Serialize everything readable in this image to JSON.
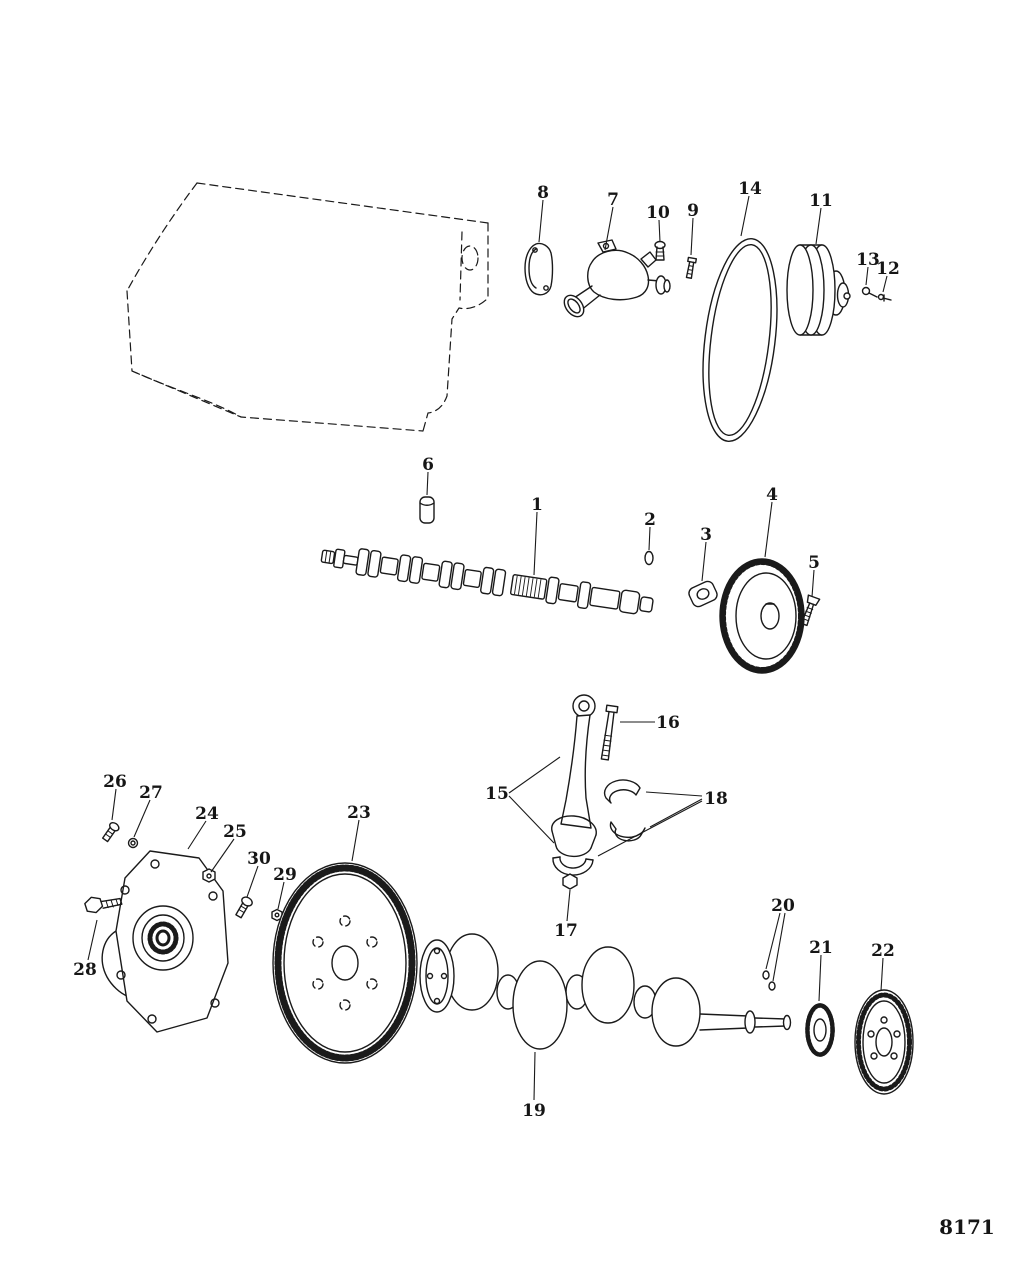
{
  "figure": {
    "number": "8171"
  },
  "colors": {
    "ink": "#1a1a1a",
    "paper": "#ffffff"
  },
  "callouts": [
    {
      "label": "1"
    },
    {
      "label": "2"
    },
    {
      "label": "3"
    },
    {
      "label": "4"
    },
    {
      "label": "5"
    },
    {
      "label": "6"
    },
    {
      "label": "7"
    },
    {
      "label": "8"
    },
    {
      "label": "9"
    },
    {
      "label": "10"
    },
    {
      "label": "11"
    },
    {
      "label": "12"
    },
    {
      "label": "13"
    },
    {
      "label": "14"
    },
    {
      "label": "15"
    },
    {
      "label": "16"
    },
    {
      "label": "17"
    },
    {
      "label": "18"
    },
    {
      "label": "19"
    },
    {
      "label": "20"
    },
    {
      "label": "21"
    },
    {
      "label": "22"
    },
    {
      "label": "23"
    },
    {
      "label": "24"
    },
    {
      "label": "25"
    },
    {
      "label": "26"
    },
    {
      "label": "27"
    },
    {
      "label": "28"
    },
    {
      "label": "29"
    },
    {
      "label": "30"
    }
  ]
}
